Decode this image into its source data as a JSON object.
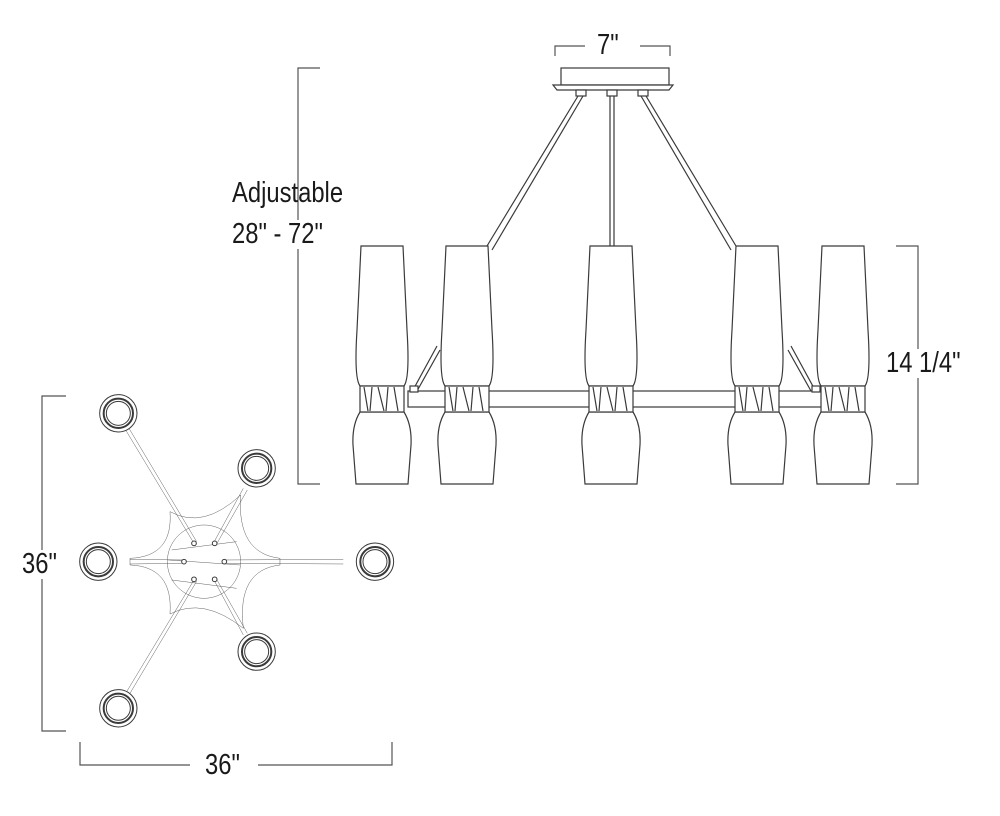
{
  "side_view": {
    "top_width_label": "7\"",
    "adjustable_label": "Adjustable",
    "height_range_label": "28\" - 72\"",
    "shade_height_label": "14 1/4\""
  },
  "top_view": {
    "depth_label": "36\"",
    "width_label": "36\""
  },
  "colors": {
    "line": "#3a3a3a",
    "background": "#ffffff"
  }
}
